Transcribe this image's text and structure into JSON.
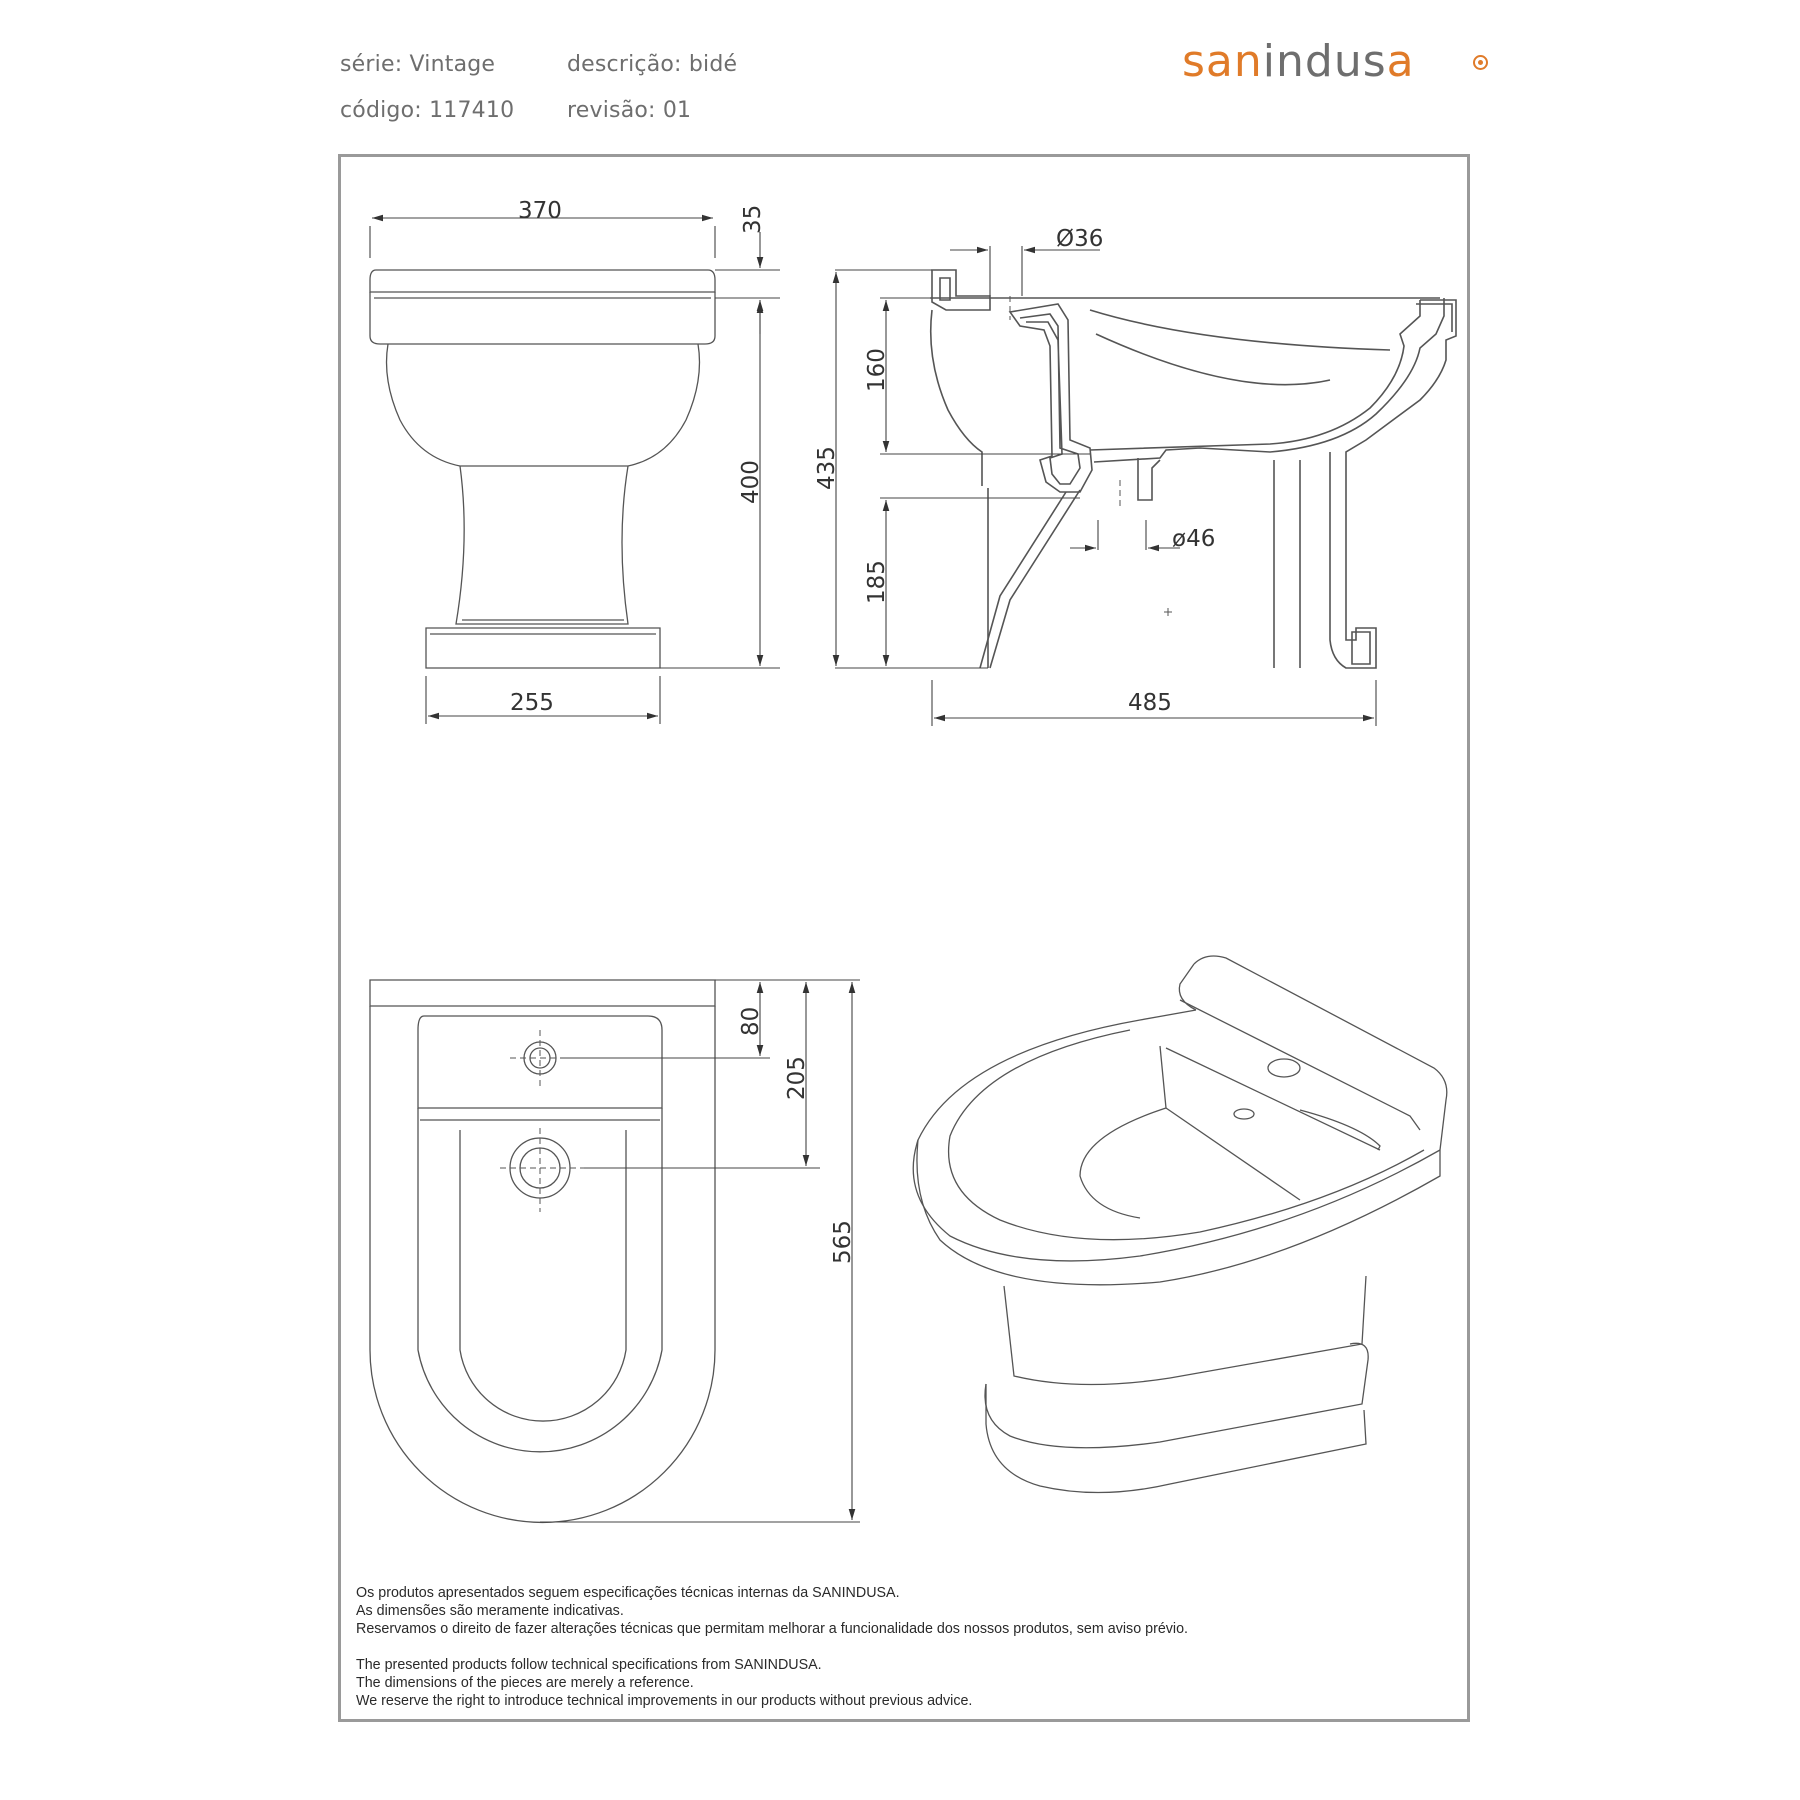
{
  "header": {
    "serie_label": "série:",
    "serie_value": "Vintage",
    "descricao_label": "descrição:",
    "descricao_value": "bidé",
    "codigo_label": "código:",
    "codigo_value": "117410",
    "revisao_label": "revisão:",
    "revisao_value": "01"
  },
  "logo": {
    "part1": "san",
    "part2": "indus",
    "part3": "a",
    "colors": {
      "accent": "#e07b29",
      "gray": "#6e6e6e"
    }
  },
  "dimensions": {
    "front_width_top": "370",
    "front_rim": "35",
    "front_height": "400",
    "front_base_width": "255",
    "side_diameter_top": "Ø36",
    "side_total_height": "435",
    "side_upper": "160",
    "side_lower": "185",
    "side_diameter_bottom": "ø46",
    "side_depth": "485",
    "plan_tap": "80",
    "plan_drain": "205",
    "plan_length": "565"
  },
  "notes": {
    "pt": [
      "Os produtos apresentados seguem especificações técnicas internas da SANINDUSA.",
      "As dimensões são meramente indicativas.",
      "Reservamos o direito de fazer alterações técnicas que permitam melhorar a funcionalidade dos nossos produtos, sem aviso prévio."
    ],
    "en": [
      "The presented products follow technical specifications from SANINDUSA.",
      "The dimensions of the pieces are merely a reference.",
      "We reserve the right to introduce technical improvements in our products without previous advice."
    ]
  }
}
